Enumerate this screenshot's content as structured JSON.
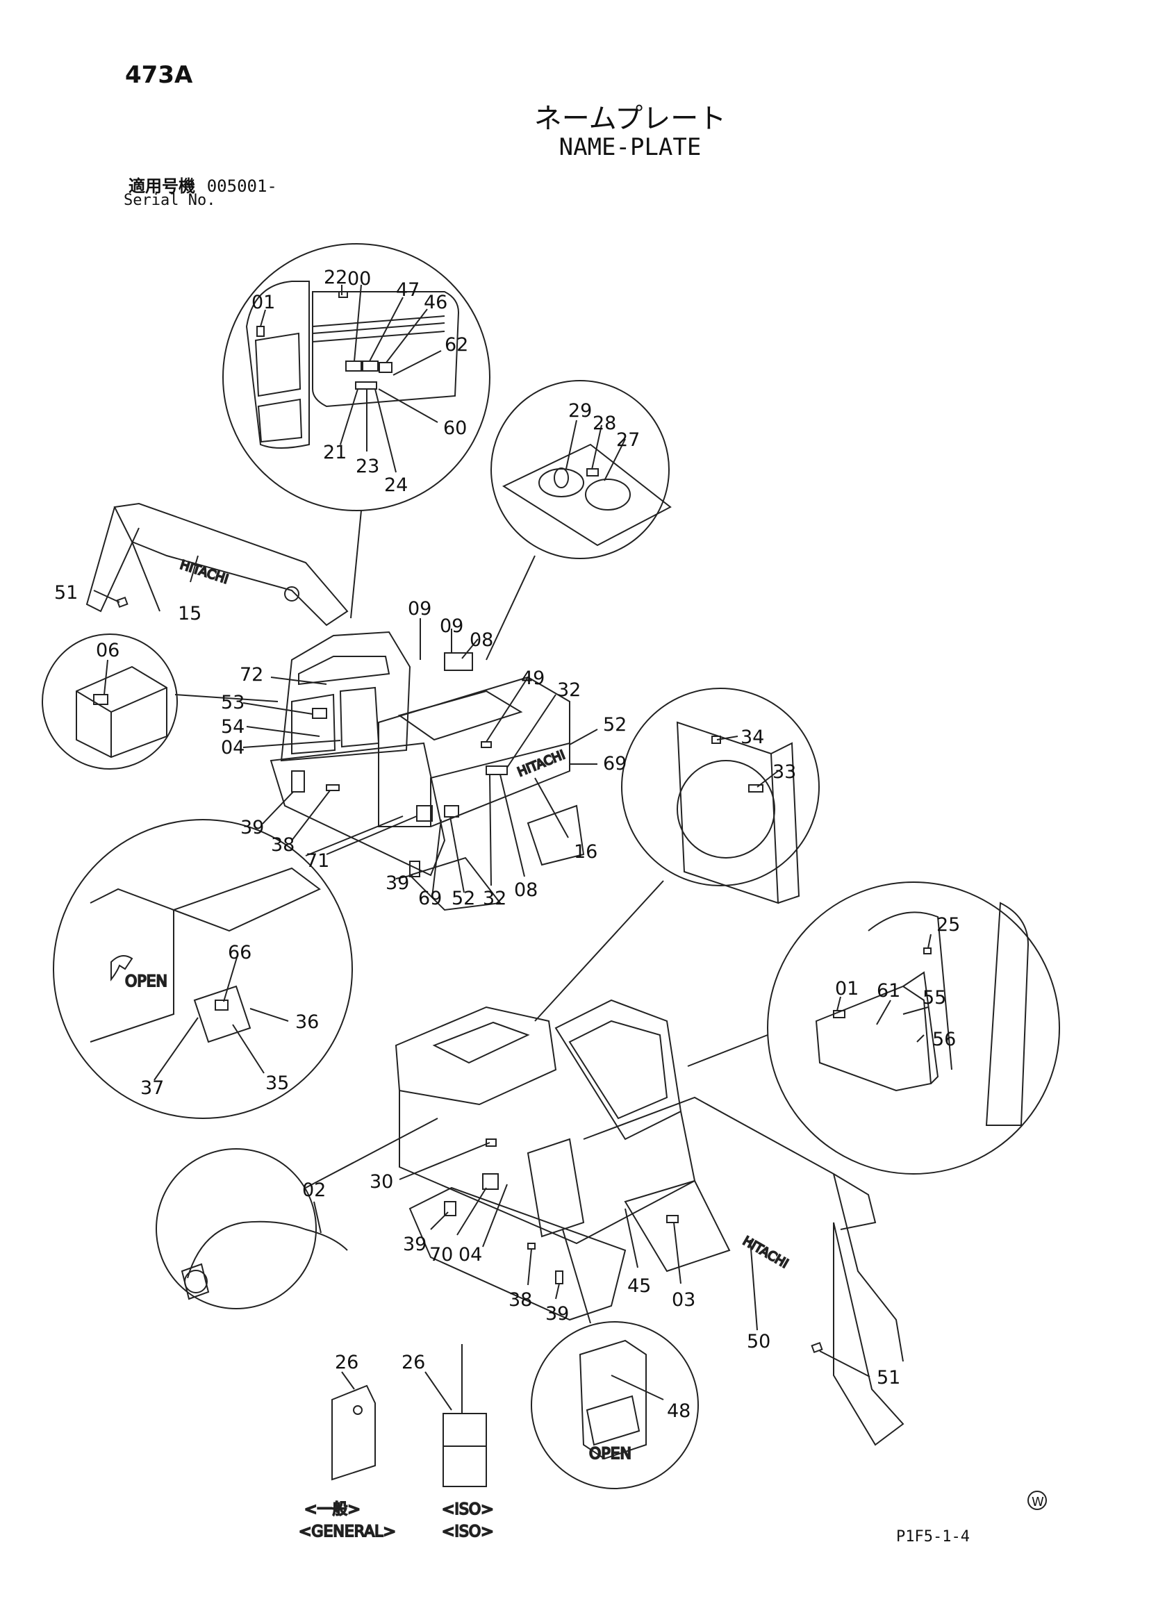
{
  "header": {
    "page_id": "473A",
    "title_ja": "ネームプレート",
    "title_en": "NAME-PLATE",
    "serial_label_ja": "適用号機",
    "serial_value": "005001-",
    "serial_label_en": "Serial No."
  },
  "footer": {
    "code": "P1F5-1-4",
    "mark": "W"
  },
  "diagram": {
    "brand": "HITACHI",
    "open_label": "OPEN",
    "tag_general_ja": "<一般>",
    "tag_general_en": "<GENERAL>",
    "tag_iso_1": "<ISO>",
    "tag_iso_2": "<ISO>",
    "callouts": [
      "22",
      "00",
      "47",
      "46",
      "01",
      "62",
      "60",
      "21",
      "23",
      "24",
      "29",
      "28",
      "27",
      "51",
      "15",
      "06",
      "72",
      "09",
      "09",
      "08",
      "49",
      "32",
      "52",
      "69",
      "53",
      "54",
      "04",
      "39",
      "38",
      "71",
      "39",
      "69",
      "52",
      "32",
      "08",
      "16",
      "34",
      "33",
      "66",
      "36",
      "35",
      "37",
      "25",
      "01",
      "61",
      "55",
      "56",
      "02",
      "30",
      "39",
      "70",
      "04",
      "38",
      "39",
      "45",
      "03",
      "50",
      "51",
      "48",
      "26",
      "26"
    ]
  }
}
